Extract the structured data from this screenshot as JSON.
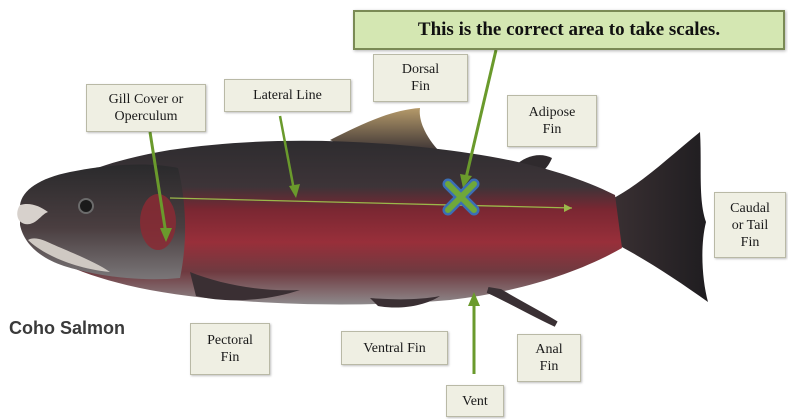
{
  "banner": {
    "text": "This is the correct area to take scales."
  },
  "species_label": "Coho Salmon",
  "labels": {
    "gill_cover": {
      "line1": "Gill Cover or",
      "line2": "Operculum"
    },
    "lateral_line": {
      "line1": "Lateral Line"
    },
    "dorsal_fin": {
      "line1": "Dorsal",
      "line2": "Fin"
    },
    "adipose_fin": {
      "line1": "Adipose",
      "line2": "Fin"
    },
    "caudal_fin": {
      "line1": "Caudal",
      "line2": "or Tail",
      "line3": "Fin"
    },
    "pectoral_fin": {
      "line1": "Pectoral",
      "line2": "Fin"
    },
    "ventral_fin": {
      "line1": "Ventral Fin"
    },
    "anal_fin": {
      "line1": "Anal",
      "line2": "Fin"
    },
    "vent": {
      "line1": "Vent"
    }
  },
  "colors": {
    "pointer_green": "#6a9a2c",
    "marker_green": "#6fa83a",
    "marker_blue": "#3b6fb5",
    "body_red": "#8f2a33",
    "back_dark": "#2b2a2c",
    "belly_grey": "#8e8a8c"
  }
}
